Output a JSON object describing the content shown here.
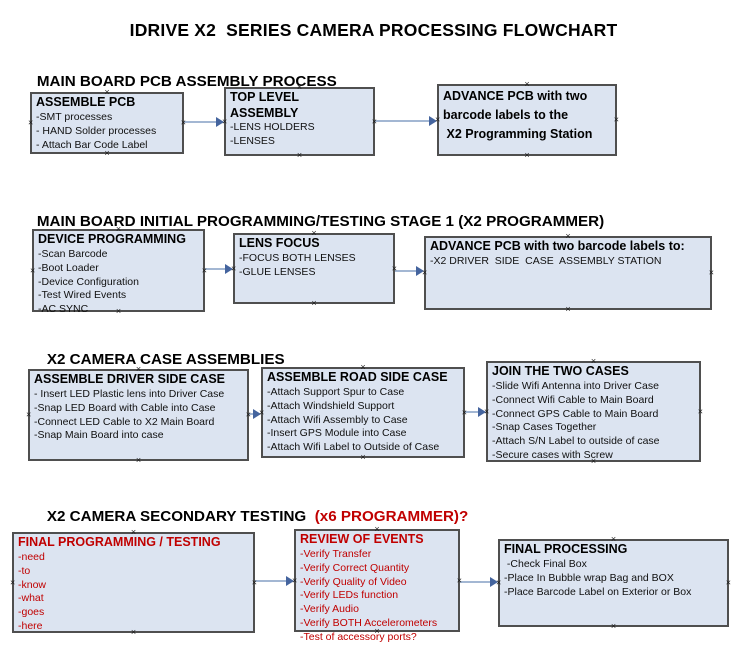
{
  "title": "IDRIVE X2  SERIES CAMERA PROCESSING FLOWCHART",
  "colors": {
    "box_fill": "#dce4f1",
    "box_border": "#4f4f4f",
    "red_text": "#c00000",
    "arrow_line": "#a3b7d3",
    "arrow_head": "#44649e"
  },
  "icons": {
    "anchor_mark": "×"
  },
  "sections": [
    {
      "heading": "MAIN BOARD PCB ASSEMBLY PROCESS",
      "boxes": [
        {
          "title": "ASSEMBLE PCB",
          "items": [
            "-SMT processes",
            "- HAND Solder processes",
            "- Attach Bar Code Label"
          ]
        },
        {
          "title": "TOP LEVEL ASSEMBLY",
          "items": [
            "-LENS HOLDERS",
            "-LENSES"
          ]
        },
        {
          "title": "ADVANCE PCB with two\nbarcode labels to the\n X2 Programming Station",
          "items": []
        }
      ]
    },
    {
      "heading": "MAIN BOARD INITIAL PROGRAMMING/TESTING STAGE 1 (X2 PROGRAMMER)",
      "boxes": [
        {
          "title": "DEVICE PROGRAMMING",
          "items": [
            "-Scan Barcode",
            "-Boot Loader",
            "-Device Configuration",
            "-Test Wired Events",
            "-AC SYNC"
          ]
        },
        {
          "title": "LENS FOCUS",
          "items": [
            "-FOCUS BOTH LENSES",
            "-GLUE LENSES"
          ]
        },
        {
          "title": "ADVANCE PCB with two barcode labels to:",
          "items": [
            "-X2 DRIVER  SIDE  CASE  ASSEMBLY STATION"
          ]
        }
      ]
    },
    {
      "heading": "X2 CAMERA CASE ASSEMBLIES",
      "boxes": [
        {
          "title": "ASSEMBLE DRIVER SIDE CASE",
          "items": [
            "- Insert LED Plastic lens into Driver Case",
            "-Snap LED Board with Cable into Case",
            "-Connect LED Cable to X2 Main Board",
            "-Snap Main Board into case"
          ]
        },
        {
          "title": "ASSEMBLE ROAD SIDE CASE",
          "items": [
            "-Attach Support Spur to Case",
            "-Attach Windshield Support",
            "-Attach Wifi Assembly to Case",
            "-Insert GPS Module into Case",
            "-Attach Wifi Label to Outside of Case"
          ]
        },
        {
          "title": "JOIN THE TWO CASES",
          "items": [
            "-Slide Wifi Antenna into Driver Case",
            "-Connect Wifi Cable to Main Board",
            "-Connect GPS Cable to Main Board",
            "-Snap Cases Together",
            "-Attach S/N Label to outside of case",
            "-Secure cases with Screw"
          ]
        }
      ]
    },
    {
      "heading": "X2 CAMERA SECONDARY TESTING ",
      "heading_accent": " (x6 PROGRAMMER)?",
      "boxes": [
        {
          "title": "FINAL PROGRAMMING / TESTING",
          "items": [
            "-need",
            "-to",
            "-know",
            "-what",
            "-goes",
            "-here"
          ]
        },
        {
          "title": "REVIEW OF EVENTS",
          "items": [
            "-Verify Transfer",
            "-Verify Correct Quantity",
            "-Verify Quality of Video",
            "-Verify LEDs function",
            "-Verify Audio",
            "-Verify BOTH Accelerometers",
            "-Test of accessory ports?"
          ]
        },
        {
          "title": "FINAL PROCESSING",
          "items": [
            " -Check Final Box",
            "-Place In Bubble wrap Bag and BOX",
            "-Place Barcode Label on Exterior or Box"
          ]
        }
      ]
    }
  ]
}
